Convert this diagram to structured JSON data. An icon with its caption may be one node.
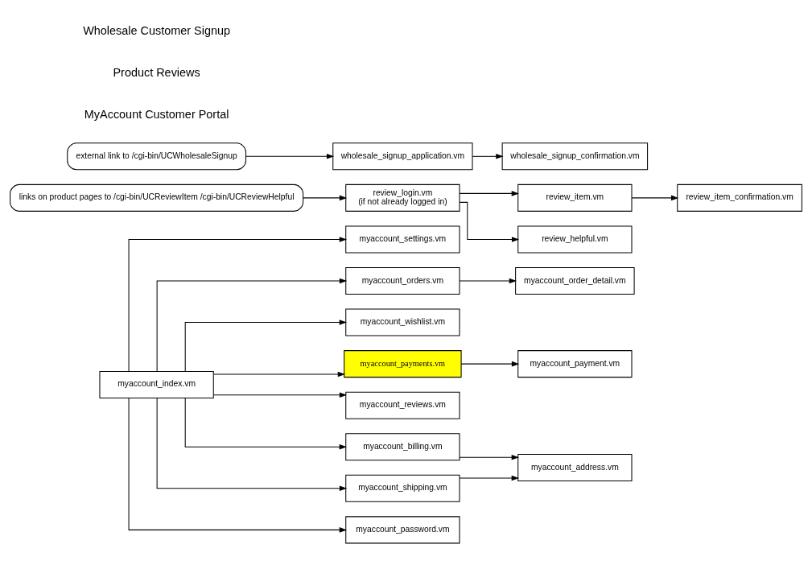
{
  "diagram": {
    "nodes": [
      {
        "text": [
          "myaccount_index.vm"
        ]
      },
      {
        "text": [
          "myaccount_settings.vm"
        ]
      },
      {
        "text": [
          "myaccount_orders.vm"
        ]
      },
      {
        "text": [
          "myaccount_order_detail.vm"
        ]
      },
      {
        "text": [
          "myaccount_wishlist.vm"
        ]
      },
      {
        "text": [
          "myaccount_payments.vm"
        ]
      },
      {
        "text": [
          "myaccount_payment.vm"
        ]
      },
      {
        "text": [
          "myaccount_reviews.vm"
        ]
      },
      {
        "text": [
          "myaccount_billing.vm"
        ]
      },
      {
        "text": [
          "myaccount_address.vm"
        ]
      },
      {
        "text": [
          "myaccount_shipping.vm"
        ]
      },
      {
        "text": [
          "myaccount_password.vm"
        ]
      },
      {
        "text": [
          "links on product pages to /cgi-bin/UCReviewItem /cgi-bin/UCReviewHelpful"
        ]
      },
      {
        "text": [
          "review_login.vm",
          "(if not already logged in)"
        ]
      },
      {
        "text": [
          "review_item.vm"
        ]
      },
      {
        "text": [
          "review_helpful.vm"
        ]
      },
      {
        "text": [
          "review_item_confirmation.vm"
        ]
      },
      {
        "text": [
          "external link to /cgi-bin/UCWholesaleSignup"
        ]
      },
      {
        "text": [
          "wholesale_signup_application.vm"
        ]
      },
      {
        "text": [
          "wholesale_signup_confirmation.vm"
        ]
      }
    ],
    "edges": [
      {
        "from": 0,
        "to": 1,
        "arrow": "to"
      },
      {
        "from": 0,
        "to": 2,
        "arrow": "to"
      },
      {
        "from": 0,
        "to": 4,
        "arrow": "to"
      },
      {
        "from": 0,
        "to": 5,
        "arrow": "to"
      },
      {
        "from": 0,
        "to": 7,
        "arrow": "to"
      },
      {
        "from": 0,
        "to": 8,
        "arrow": "to"
      },
      {
        "from": 0,
        "to": 10,
        "arrow": "to"
      },
      {
        "from": 0,
        "to": 11,
        "arrow": "to"
      },
      {
        "from": 2,
        "to": 3,
        "arrow": "to"
      },
      {
        "from": 5,
        "to": 6,
        "arrow": "to"
      },
      {
        "from": 8,
        "to": 9,
        "arrow": "to"
      },
      {
        "from": 10,
        "to": 9,
        "arrow": "to"
      },
      {
        "from": 12,
        "to": 13,
        "arrow": "to"
      },
      {
        "from": 13,
        "to": 14,
        "arrow": "to"
      },
      {
        "from": 13,
        "to": 15,
        "arrow": "to"
      },
      {
        "from": 14,
        "to": 16,
        "arrow": "to"
      },
      {
        "from": 17,
        "to": 18,
        "arrow": "to"
      },
      {
        "from": 18,
        "to": 19,
        "arrow": "to"
      }
    ],
    "labels": [
      "MyAccount Customer Portal",
      "Product Reviews",
      "Wholesale Customer Signup"
    ]
  }
}
